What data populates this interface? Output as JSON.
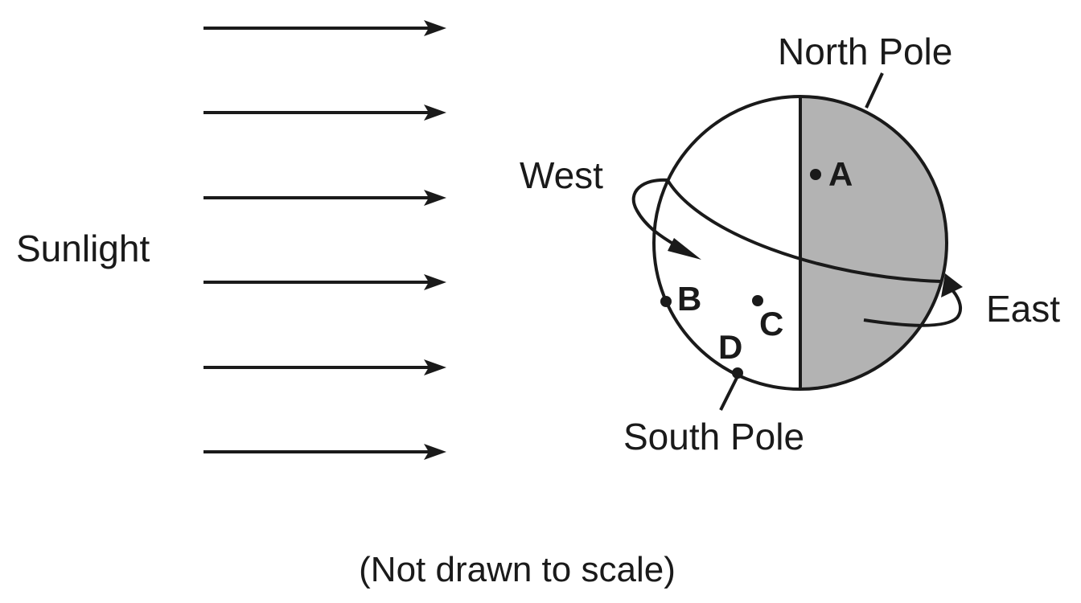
{
  "labels": {
    "sunlight": "Sunlight",
    "north_pole": "North Pole",
    "south_pole": "South Pole",
    "west": "West",
    "east": "East",
    "note": "(Not drawn to scale)"
  },
  "points": {
    "a": "A",
    "b": "B",
    "c": "C",
    "d": "D"
  },
  "colors": {
    "ink": "#1a1a1a",
    "night_side": "#b3b3b3",
    "day_side": "#ffffff"
  },
  "icons": {
    "sun_ray": "arrow-right",
    "rotation": "curved-arrow"
  }
}
